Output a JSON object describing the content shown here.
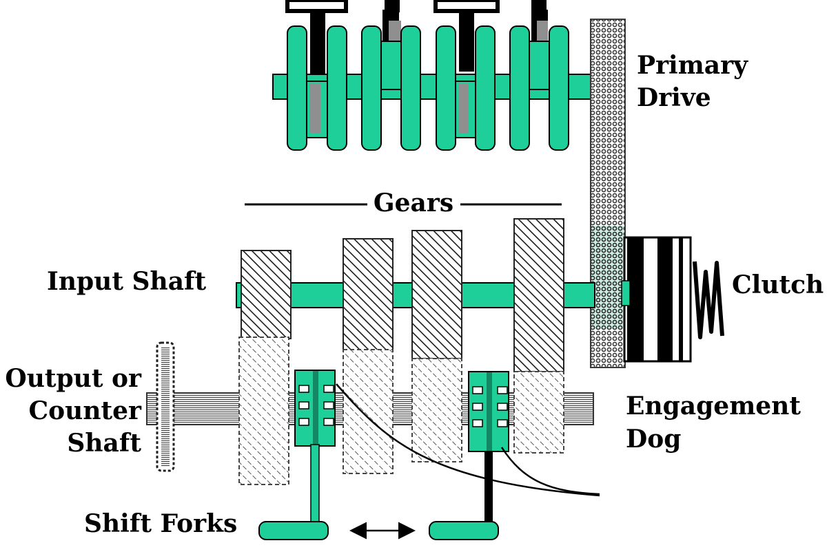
{
  "labels": {
    "primary_drive_line1": "Primary",
    "primary_drive_line2": "Drive",
    "gears": "Gears",
    "input_shaft": "Input Shaft",
    "clutch": "Clutch",
    "output_line1": "Output or",
    "output_line2": "Counter",
    "output_line3": "Shaft",
    "engagement_line1": "Engagement",
    "engagement_line2": "Dog",
    "shift_forks": "Shift Forks"
  },
  "colors": {
    "green": "#1fcf9a",
    "black": "#000000",
    "grey": "#8f8f8f",
    "white": "#ffffff"
  }
}
